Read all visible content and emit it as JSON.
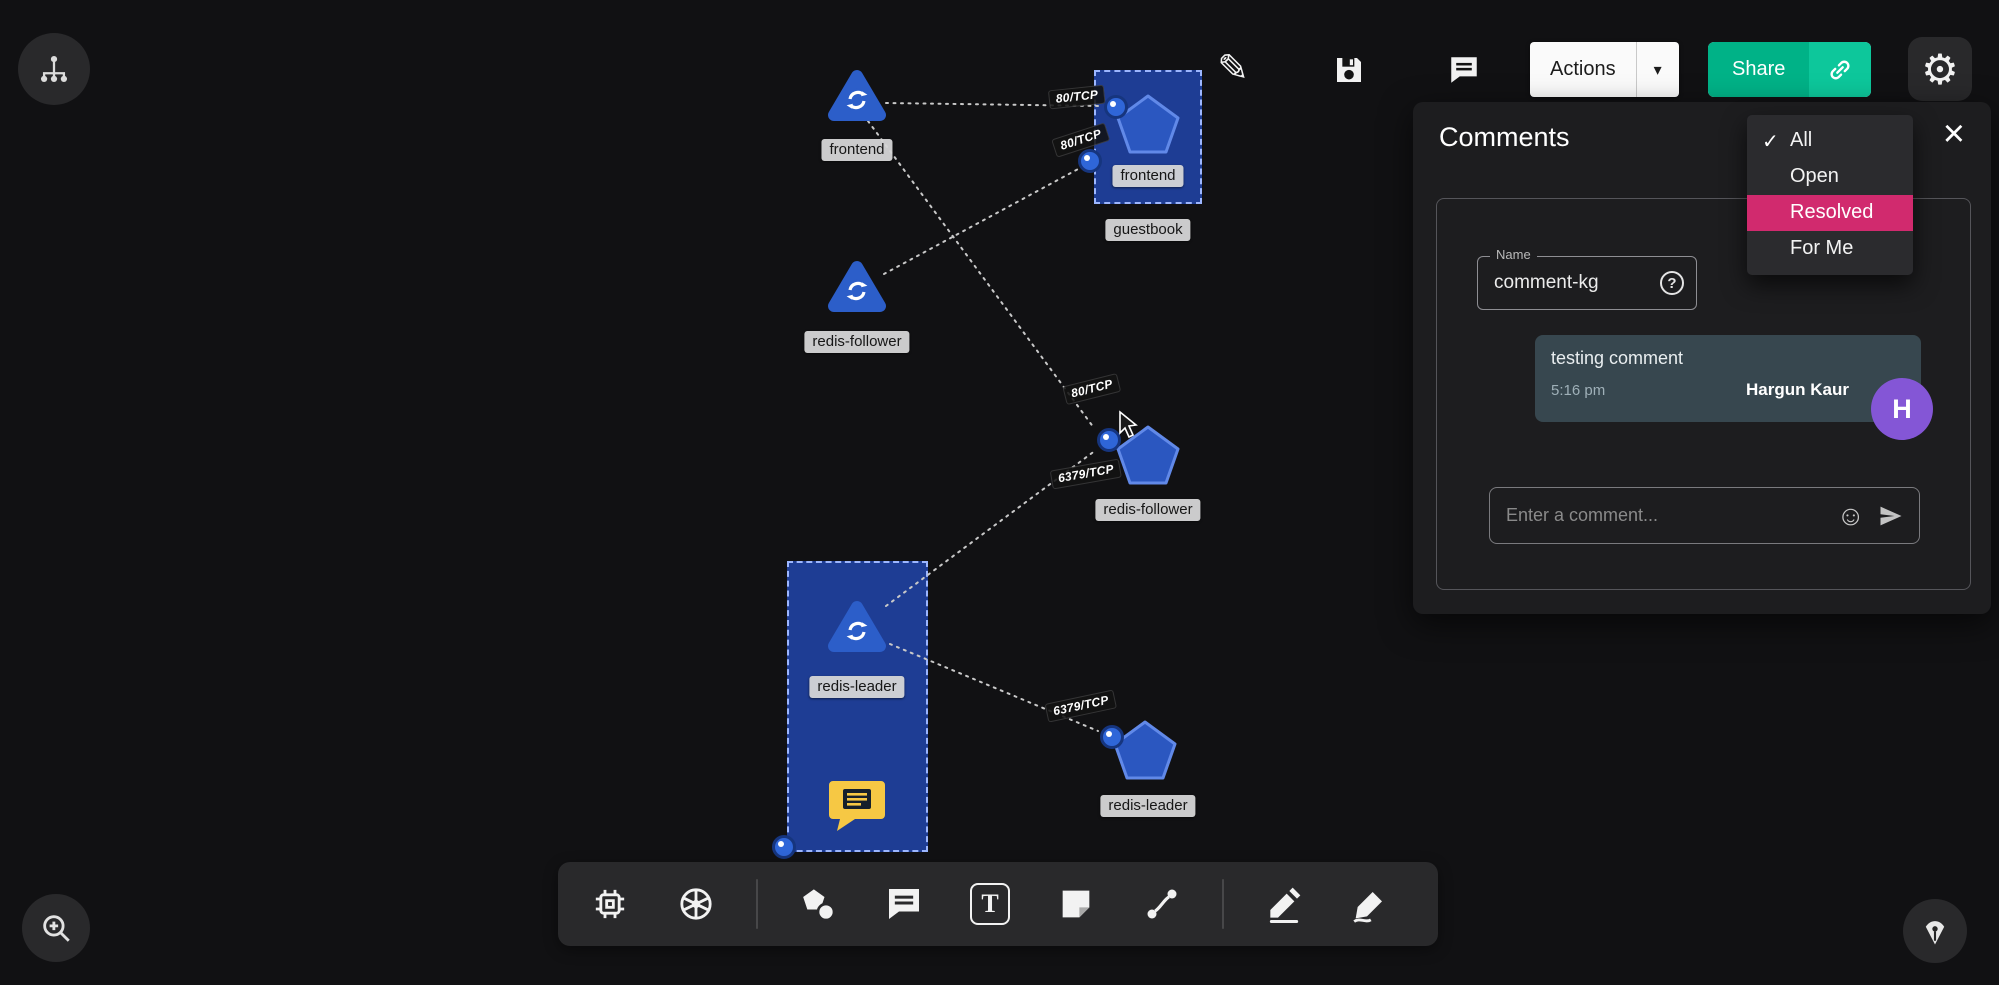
{
  "topbar": {
    "actions_label": "Actions",
    "share_label": "Share"
  },
  "icons": {
    "edit_pencil": "✎",
    "settings_gear": "⚙",
    "caret_down": "▾",
    "close": "×",
    "emoji_smiley": "☺",
    "help": "?",
    "text_tool": "T"
  },
  "comments_panel": {
    "title": "Comments",
    "filter_menu": {
      "items": [
        {
          "check": "✓",
          "label": "All"
        },
        {
          "label": "Open"
        },
        {
          "label": "Resolved",
          "highlighted": true
        },
        {
          "label": "For Me"
        }
      ]
    },
    "name_field": {
      "label": "Name",
      "value": "comment-kg"
    },
    "thread": {
      "message": "testing comment",
      "time": "5:16 pm",
      "author": "Hargun Kaur",
      "avatar_initial": "H"
    },
    "composer": {
      "placeholder": "Enter a comment..."
    }
  },
  "diagram": {
    "nodes": {
      "frontend_service": "frontend",
      "frontend_pod": "frontend",
      "guestbook_group": "guestbook",
      "redis_follower_service": "redis-follower",
      "redis_follower_pod": "redis-follower",
      "redis_leader_service": "redis-leader",
      "redis_leader_pod": "redis-leader"
    },
    "edge_labels": {
      "e1": "80/TCP",
      "e2": "80/TCP",
      "e3": "80/TCP",
      "e4": "6379/TCP",
      "e5": "6379/TCP"
    }
  },
  "colors": {
    "accent_green": "#00b287",
    "accent_green_bright": "#0dc79b",
    "accent_pink": "#d12a6e",
    "node_blue": "#2c5ec9",
    "pentagon_blue": "#2b57c0",
    "pentagon_stroke": "#6189e8",
    "avatar_purple": "#8456d6",
    "bubble_slate": "#37474f",
    "note_yellow": "#f6c844"
  }
}
